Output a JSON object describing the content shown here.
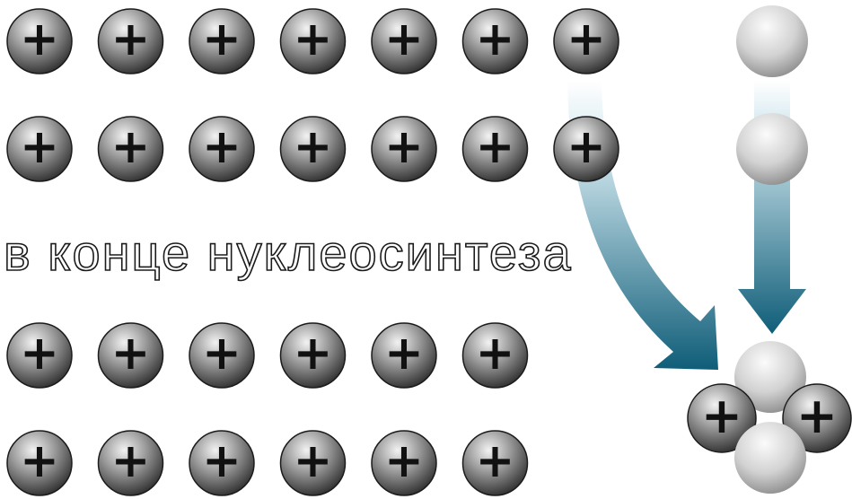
{
  "caption": "в конце нуклеосинтеза",
  "particles": {
    "proton_sign": "+",
    "proton_rows": [
      7,
      7,
      6,
      6
    ],
    "neutron_column_count": 2
  },
  "nucleus": {
    "protons": 2,
    "neutrons": 2
  },
  "colors": {
    "proton_dark": "#3a3a3a",
    "proton_light": "#eeeeee",
    "neutron_light": "#f4f4f4",
    "neutron_dark": "#8c8c8c",
    "arrow_top": "#e6f2f6",
    "arrow_bottom": "#0f5d78"
  }
}
